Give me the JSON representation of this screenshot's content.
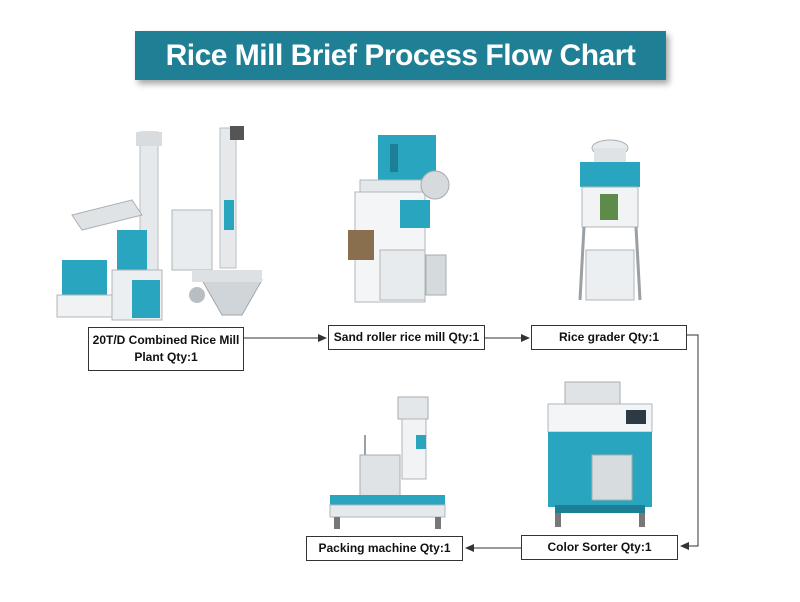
{
  "title": "Rice Mill Brief Process Flow Chart",
  "colors": {
    "banner": "#1f7f95",
    "machine_teal": "#2aa5c0",
    "machine_white": "#f1f3f4",
    "machine_gray": "#c9ced2",
    "connector": "#333333"
  },
  "steps": [
    {
      "line1": "20T/D Combined Rice Mill",
      "line2": "Plant Qty:1"
    },
    {
      "label": "Sand roller rice mill Qty:1"
    },
    {
      "label": "Rice grader Qty:1"
    },
    {
      "label": "Color Sorter Qty:1"
    },
    {
      "label": "Packing machine Qty:1"
    }
  ]
}
